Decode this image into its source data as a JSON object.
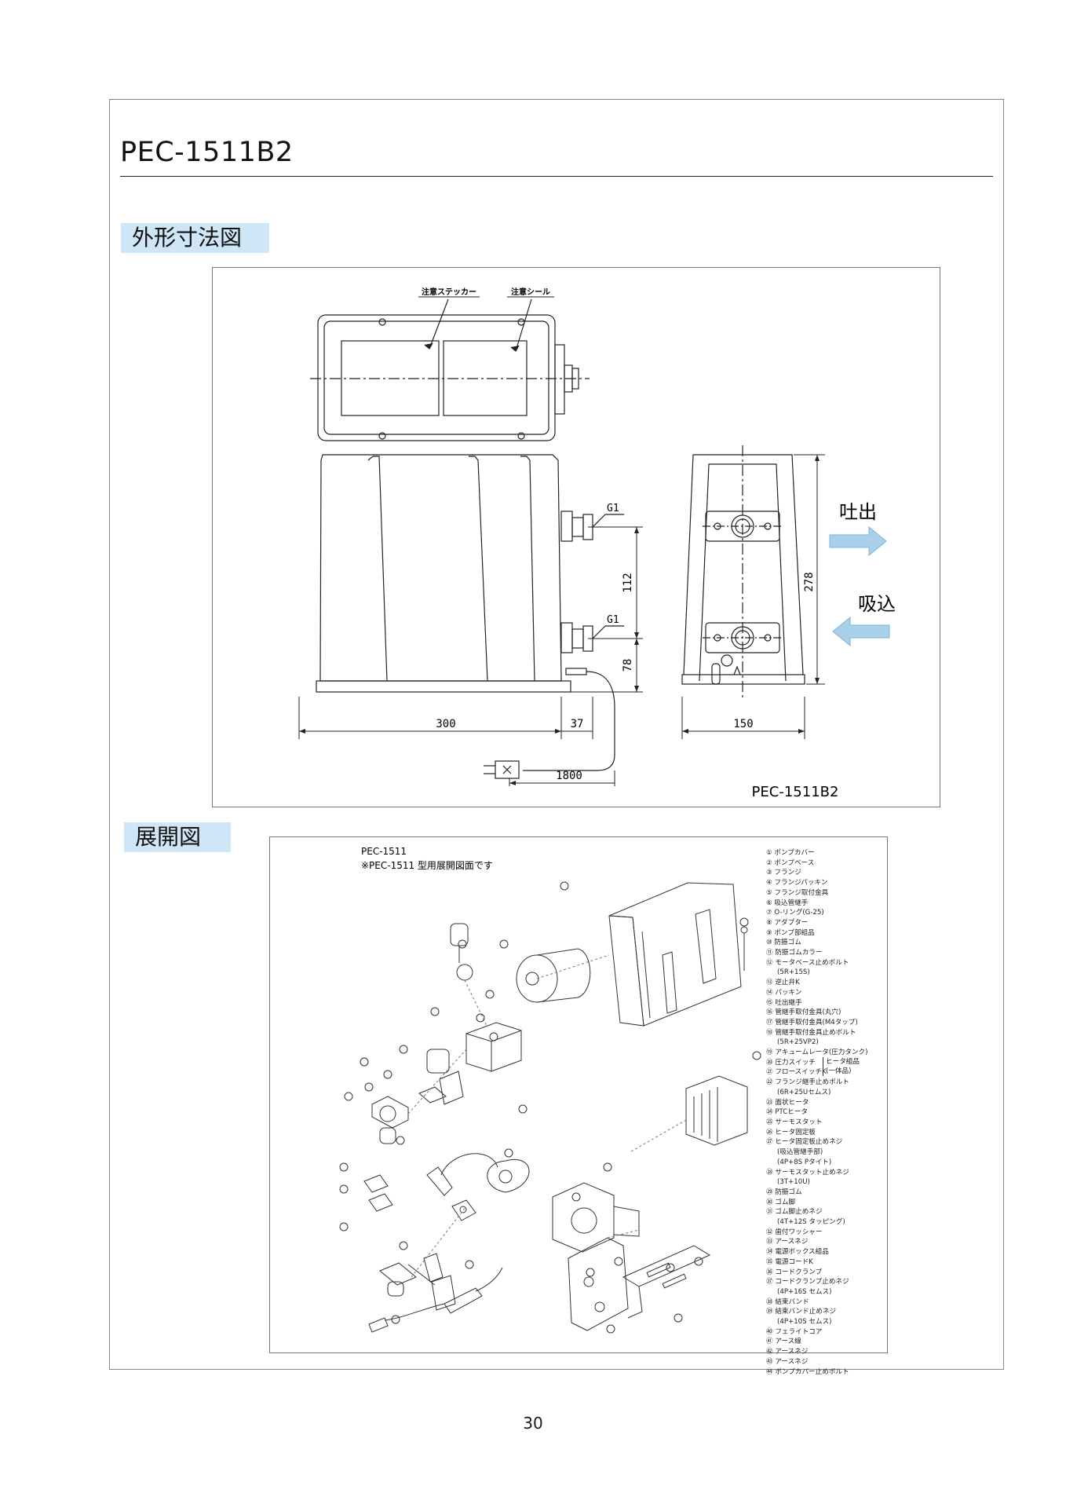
{
  "title": "PEC-1511B2",
  "sections": {
    "dimensions": "外形寸法図",
    "exploded": "展開図"
  },
  "dimension_drawing": {
    "caution_sticker": "注意ステッカー",
    "caution_seal": "注意シール",
    "discharge": "吐出",
    "suction": "吸込",
    "port_upper": "G1",
    "port_lower": "G1",
    "dim_112": "112",
    "dim_78": "78",
    "dim_278": "278",
    "dim_300": "300",
    "dim_37": "37",
    "dim_150": "150",
    "dim_1800": "1800",
    "model_caption": "PEC-1511B2"
  },
  "exploded_view": {
    "model": "PEC-1511",
    "note": "※PEC-1511 型用展開図面です",
    "parts": [
      "① ポンプカバー",
      "② ポンプベース",
      "③ フランジ",
      "④ フランジパッキン",
      "⑤ フランジ取付金具",
      "⑥ 吸込管継手",
      "⑦ O-リング(G-25)",
      "⑧ アダプター",
      "⑨ ポンプ部組品",
      "⑩ 防振ゴム",
      "⑪ 防振ゴムカラー",
      "⑫ モータベース止めボルト",
      "(5R+15S)",
      "⑬ 逆止弁K",
      "⑭ パッキン",
      "⑮ 吐出継手",
      "⑯ 管継手取付金具(丸穴)",
      "⑰ 管継手取付金具(M4タップ)",
      "⑱ 管継手取付金具止めボルト",
      "(5R+25VP2)",
      "⑲ アキュームレータ(圧力タンク)",
      "⑳ 圧力スイッチ",
      "㉑ フロースイッチK",
      "㉒ フランジ継手止めボルト",
      "(6R+25Uセムス)",
      "㉓ 面状ヒータ",
      "㉔ PTCヒータ",
      "㉕ サーモスタット",
      "㉖ ヒータ固定板",
      "㉗ ヒータ固定板止めネジ",
      "(吸込管継手部)",
      "(4P+8S Pタイト)",
      "㉘ サーモスタット止めネジ",
      "(3T+10U)",
      "㉙ 防振ゴム",
      "㉚ ゴム脚",
      "㉛ ゴム脚止めネジ",
      "(4T+12S タッピング)",
      "㉜ 歯付ワッシャー",
      "㉝ アースネジ",
      "㉞ 電源ボックス組品",
      "㉟ 電源コードK",
      "㊱ コードクランプ",
      "㊲ コードクランプ止めネジ",
      "(4P+16S セムス)",
      "㊳ 結束バンド",
      "㊴ 結束バンド止めネジ",
      "(4P+10S セムス)",
      "㊵ フェライトコア",
      "㊶ アース線",
      "㊷ アースネジ",
      "㊸ アースネジ",
      "㊹ ポンプカバー止めボルト"
    ],
    "heater_group": "ヒータ組品",
    "heater_group_sub": "(一体品)"
  },
  "page_number": "30"
}
